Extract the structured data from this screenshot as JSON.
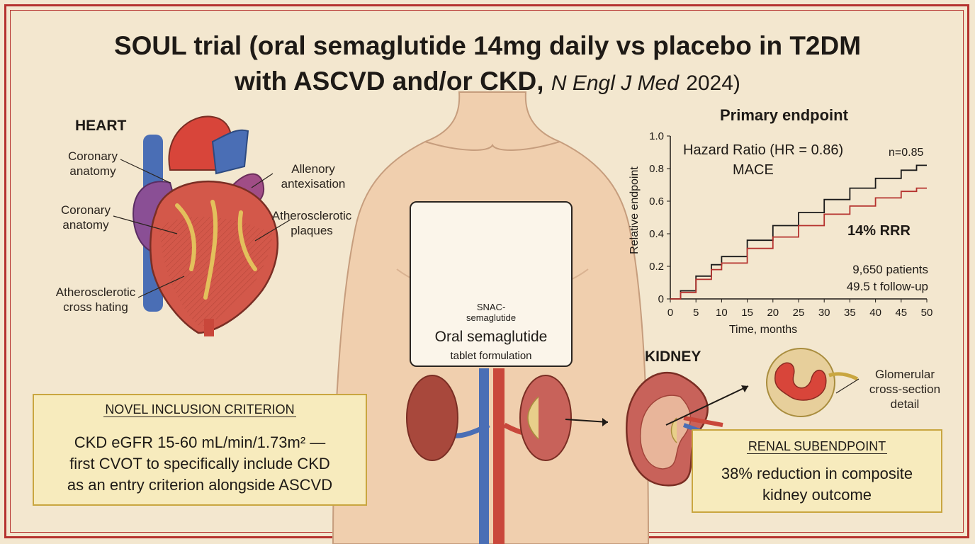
{
  "title": {
    "line1": "SOUL trial (oral semaglutide 14mg daily vs placebo in T2DM",
    "line2_main": "with ASCVD and/or CKD,",
    "line2_journal": "N Engl J Med",
    "line2_year": "2024)"
  },
  "heart": {
    "heading": "HEART",
    "labels": {
      "coronary1": "Coronary\nanatomy",
      "coronary2": "Coronary\nanatomy",
      "allenory": "Allenory\nantexisation",
      "plaques": "Atherosclerotic\nplaques",
      "cross_hating": "Atherosclerotic\ncross hating"
    }
  },
  "tablet": {
    "snac": "SNAC-\nsemaglutide",
    "title": "Oral semaglutide",
    "subtitle": "tablet formulation"
  },
  "kidney": {
    "heading": "KIDNEY",
    "glomerular": "Glomerular\ncross-section\ndetail"
  },
  "criterion": {
    "heading": "NOVEL INCLUSION CRITERION",
    "body": "CKD eGFR 15-60 mL/min/1.73m² —\nfirst CVOT to specifically include CKD\nas an entry criterion alongside ASCVD"
  },
  "renal": {
    "heading": "RENAL SUBENDPOINT",
    "body": "38% reduction in composite\nkidney outcome"
  },
  "chart_data": {
    "type": "line",
    "title": "Primary endpoint",
    "xlabel": "Time, months",
    "ylabel": "Relative endpoint",
    "xlim": [
      0,
      50
    ],
    "ylim": [
      0,
      1.0
    ],
    "xticks": [
      "0",
      "5",
      "10",
      "15",
      "20",
      "25",
      "30",
      "35",
      "40",
      "45",
      "50"
    ],
    "yticks": [
      "0",
      "0.2",
      "0.4",
      "0.6",
      "0.8",
      "1.0"
    ],
    "grid": false,
    "annotations": {
      "hr": "Hazard Ratio (HR = 0.86)",
      "mace": "MACE",
      "n_label": "n=0.85",
      "rrr": "14% RRR",
      "patients": "9,650 patients",
      "followup": "49.5 t follow-up"
    },
    "series": [
      {
        "color": "#1a1a1a",
        "x": [
          0,
          2,
          5,
          8,
          10,
          15,
          20,
          25,
          30,
          35,
          40,
          45,
          48,
          50
        ],
        "y": [
          0,
          0.05,
          0.14,
          0.21,
          0.26,
          0.36,
          0.45,
          0.53,
          0.61,
          0.68,
          0.74,
          0.79,
          0.82,
          0.82
        ]
      },
      {
        "color": "#b5322e",
        "x": [
          0,
          2,
          5,
          8,
          10,
          15,
          20,
          25,
          30,
          35,
          40,
          45,
          48,
          50
        ],
        "y": [
          0,
          0.04,
          0.12,
          0.18,
          0.22,
          0.31,
          0.38,
          0.45,
          0.52,
          0.57,
          0.62,
          0.66,
          0.68,
          0.68
        ]
      }
    ]
  },
  "colors": {
    "accent": "#b5322e",
    "box_fill": "#f7ebbd",
    "box_border": "#c9a640",
    "background": "#f3e7cf"
  }
}
